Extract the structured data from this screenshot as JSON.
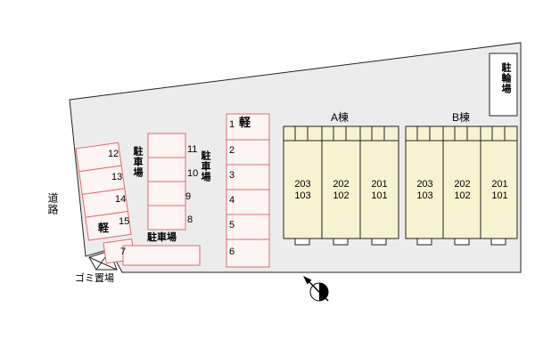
{
  "labels": {
    "road": "道路",
    "garbage": "ゴミ置場",
    "bike_parking": "駐輪場"
  },
  "buildings": {
    "a": {
      "name": "A棟",
      "units": [
        {
          "upper": "203",
          "lower": "103"
        },
        {
          "upper": "202",
          "lower": "102"
        },
        {
          "upper": "201",
          "lower": "101"
        }
      ]
    },
    "b": {
      "name": "B棟",
      "units": [
        {
          "upper": "203",
          "lower": "103"
        },
        {
          "upper": "202",
          "lower": "102"
        },
        {
          "upper": "201",
          "lower": "101"
        }
      ]
    }
  },
  "parking": {
    "left_angled": {
      "label": "駐車場",
      "spaces": [
        "12",
        "13",
        "14",
        "15"
      ],
      "kei_mark": "軽",
      "space_7": "7"
    },
    "middle_column": {
      "label": "駐車場",
      "spaces": [
        "11",
        "10",
        "9",
        "8"
      ]
    },
    "right_column": {
      "kei_mark": "軽",
      "spaces": [
        "1",
        "2",
        "3",
        "4",
        "5",
        "6"
      ]
    },
    "bottom_area": {
      "label": "駐車場"
    }
  },
  "colors": {
    "site_fill": "#ececec",
    "outline": "#222222",
    "parking_stroke": "#dd6b6b",
    "parking_fill": "#fdf4f4",
    "building_fill": "#f7f2cf"
  }
}
